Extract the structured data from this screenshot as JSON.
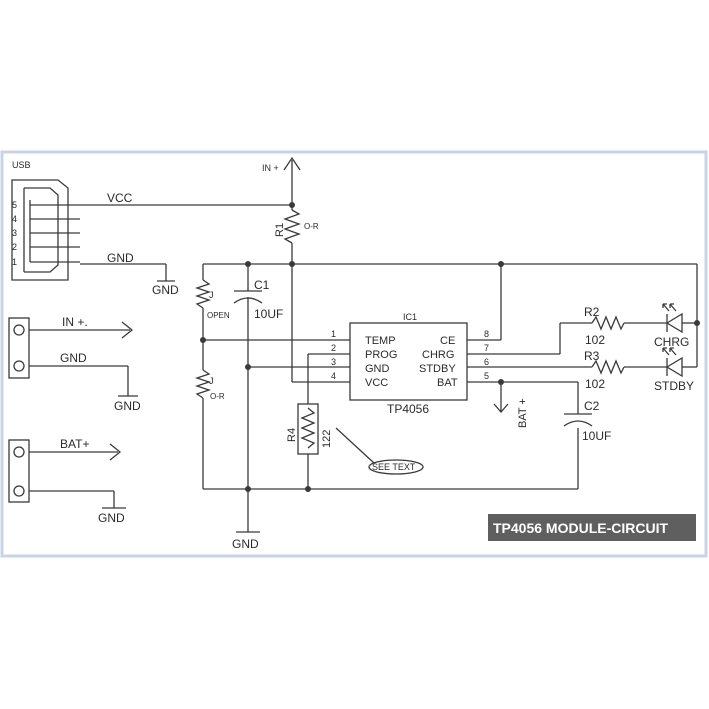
{
  "title": "TP4056 MODULE-CIRCUIT",
  "colors": {
    "frame": "#c9d3e6",
    "wire": "#3a3a3a",
    "banner": "#5f5f5f"
  },
  "usb": {
    "label": "USB",
    "pins": [
      "5",
      "4",
      "3",
      "2",
      "1"
    ]
  },
  "nets": {
    "vcc": "VCC",
    "gnd": "GND",
    "in_top": "IN +",
    "in_plus": "IN +.",
    "bat_plus": "BAT+",
    "bat_plus_arrow": "BAT +"
  },
  "r1": {
    "ref": "R1",
    "value": "O-R"
  },
  "rj_top": {
    "ref": "J",
    "value": "OPEN"
  },
  "rj_bot": {
    "ref": "J",
    "value": "O-R"
  },
  "c1": {
    "ref": "C1",
    "value": "10UF"
  },
  "c2": {
    "ref": "C2",
    "value": "10UF"
  },
  "r2": {
    "ref": "R2",
    "value": "102"
  },
  "r3": {
    "ref": "R3",
    "value": "102"
  },
  "r4": {
    "ref": "R4",
    "value": "122"
  },
  "led1": {
    "label": "CHRG"
  },
  "led2": {
    "label": "STDBY"
  },
  "note": "SEE TEXT",
  "ic": {
    "ref": "IC1",
    "part": "TP4056",
    "left_pins": [
      {
        "num": "1",
        "name": "TEMP"
      },
      {
        "num": "2",
        "name": "PROG"
      },
      {
        "num": "3",
        "name": "GND"
      },
      {
        "num": "4",
        "name": "VCC"
      }
    ],
    "right_pins": [
      {
        "num": "8",
        "name": "CE"
      },
      {
        "num": "7",
        "name": "CHRG"
      },
      {
        "num": "6",
        "name": "STDBY"
      },
      {
        "num": "5",
        "name": "BAT"
      }
    ]
  }
}
